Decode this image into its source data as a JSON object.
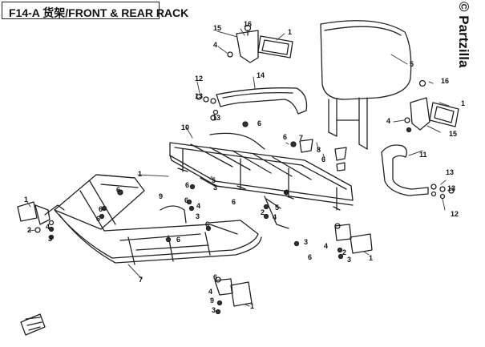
{
  "title": "F14-A 货架/FRONT & REAR RACK",
  "watermark": "© Partzilla",
  "callouts": [
    "1",
    "2",
    "3",
    "4",
    "5",
    "6",
    "7",
    "8",
    "9",
    "10",
    "11",
    "12",
    "13",
    "14",
    "15",
    "16"
  ],
  "colors": {
    "line": "#222222",
    "callout_arrow": "#444444",
    "background": "#ffffff"
  },
  "icons": [
    "lens-icon"
  ]
}
